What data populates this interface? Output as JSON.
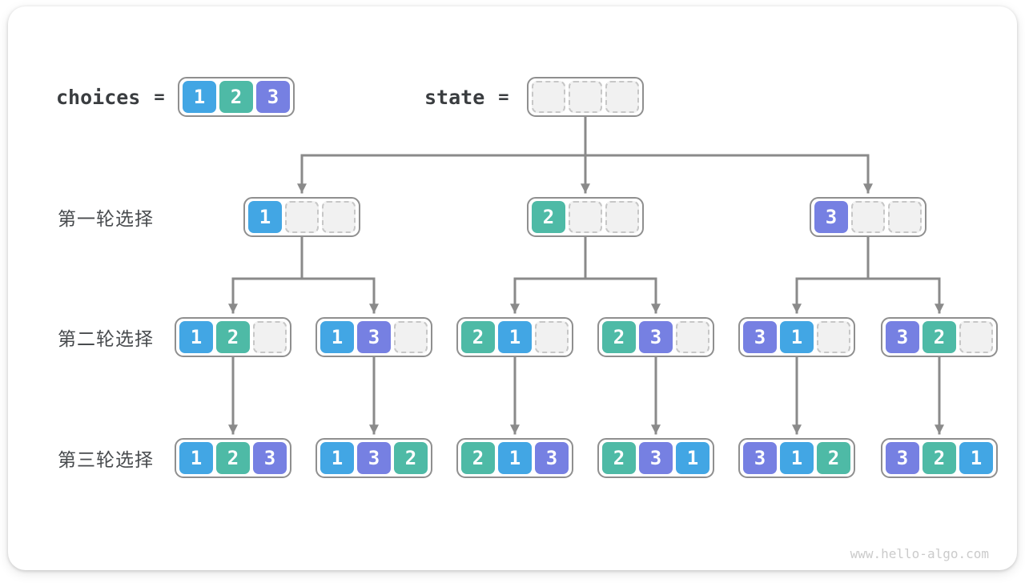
{
  "colors": {
    "value-1": "#42A6E4",
    "value-2": "#4EBAA6",
    "value-3": "#7680E2",
    "arrow": "#8A8A8A"
  },
  "variables": {
    "choices": {
      "name": "choices",
      "equals": "=",
      "cells": [
        "1",
        "2",
        "3"
      ]
    },
    "state": {
      "name": "state",
      "equals": "=",
      "cells": [
        "",
        "",
        ""
      ]
    }
  },
  "rounds": [
    {
      "label": "第一轮选择",
      "nodes": [
        {
          "cells": [
            "1",
            "",
            ""
          ]
        },
        {
          "cells": [
            "2",
            "",
            ""
          ]
        },
        {
          "cells": [
            "3",
            "",
            ""
          ]
        }
      ]
    },
    {
      "label": "第二轮选择",
      "nodes": [
        {
          "cells": [
            "1",
            "2",
            ""
          ]
        },
        {
          "cells": [
            "1",
            "3",
            ""
          ]
        },
        {
          "cells": [
            "2",
            "1",
            ""
          ]
        },
        {
          "cells": [
            "2",
            "3",
            ""
          ]
        },
        {
          "cells": [
            "3",
            "1",
            ""
          ]
        },
        {
          "cells": [
            "3",
            "2",
            ""
          ]
        }
      ]
    },
    {
      "label": "第三轮选择",
      "nodes": [
        {
          "cells": [
            "1",
            "2",
            "3"
          ]
        },
        {
          "cells": [
            "1",
            "3",
            "2"
          ]
        },
        {
          "cells": [
            "2",
            "1",
            "3"
          ]
        },
        {
          "cells": [
            "2",
            "3",
            "1"
          ]
        },
        {
          "cells": [
            "3",
            "1",
            "2"
          ]
        },
        {
          "cells": [
            "3",
            "2",
            "1"
          ]
        }
      ]
    }
  ],
  "watermark": "www.hello-algo.com"
}
